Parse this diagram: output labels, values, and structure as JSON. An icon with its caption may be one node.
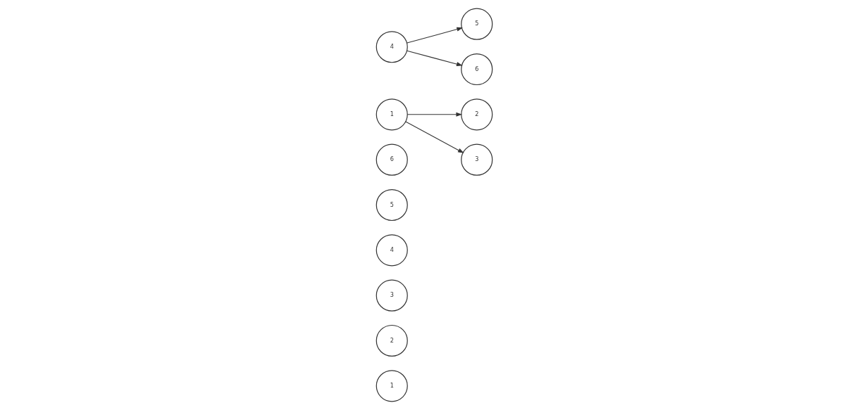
{
  "diagram": {
    "nodes": [
      {
        "text": [
          "1"
        ]
      },
      {
        "text": [
          "2"
        ]
      },
      {
        "text": [
          "3"
        ]
      },
      {
        "text": [
          "4"
        ]
      },
      {
        "text": [
          "5"
        ]
      },
      {
        "text": [
          "6"
        ]
      },
      {
        "text": [
          "1"
        ]
      },
      {
        "text": [
          "2"
        ]
      },
      {
        "text": [
          "3"
        ]
      },
      {
        "text": [
          "4"
        ]
      },
      {
        "text": [
          "5"
        ]
      },
      {
        "text": [
          "6"
        ]
      }
    ],
    "edges": [
      {
        "from": 6,
        "to": 7,
        "arrow": "to"
      },
      {
        "from": 6,
        "to": 8,
        "arrow": "to"
      },
      {
        "from": 9,
        "to": 10,
        "arrow": "to"
      },
      {
        "from": 9,
        "to": 11,
        "arrow": "to"
      }
    ]
  }
}
